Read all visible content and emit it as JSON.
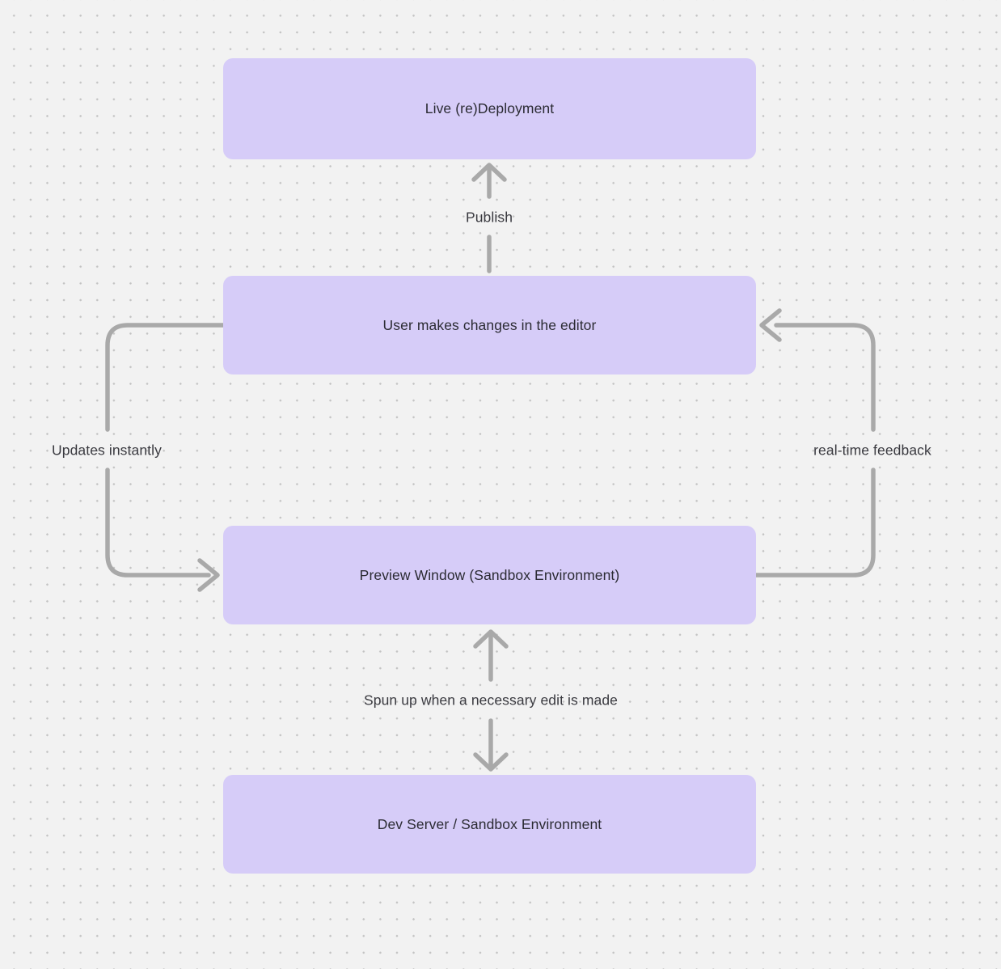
{
  "diagram": {
    "nodes": [
      {
        "id": "live-deployment",
        "label": "Live (re)Deployment"
      },
      {
        "id": "editor",
        "label": "User makes changes in the editor"
      },
      {
        "id": "preview-window",
        "label": "Preview Window (Sandbox Environment)"
      },
      {
        "id": "dev-server",
        "label": "Dev Server / Sandbox Environment"
      }
    ],
    "edges": [
      {
        "id": "publish",
        "from": "editor",
        "to": "live-deployment",
        "direction": "up",
        "label": "Publish"
      },
      {
        "id": "updates-instantly",
        "from": "editor",
        "to": "preview-window",
        "direction": "left-loop",
        "label": "Updates instantly"
      },
      {
        "id": "real-time-feedback",
        "from": "preview-window",
        "to": "editor",
        "direction": "right-loop",
        "label": "real-time feedback"
      },
      {
        "id": "spun-up",
        "from": "preview-window",
        "to": "dev-server",
        "direction": "bidirectional",
        "label": "Spun up when a necessary edit is made"
      }
    ],
    "colors": {
      "background": "#f2f2f2",
      "dot": "#c3c3c3",
      "node_fill": "#d6ccf8",
      "node_text": "#2b2b33",
      "arrow": "#a9a9a9",
      "label_text": "#3a3a40"
    }
  }
}
